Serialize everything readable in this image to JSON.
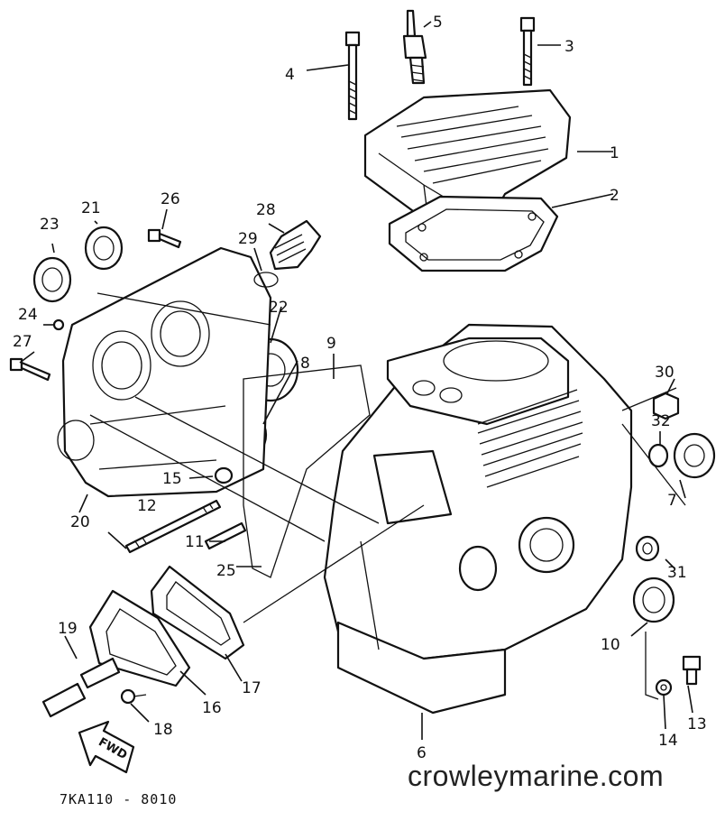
{
  "diagram": {
    "callouts": [
      "1",
      "2",
      "3",
      "4",
      "5",
      "6",
      "7",
      "8",
      "9",
      "10",
      "11",
      "12",
      "13",
      "14",
      "15",
      "16",
      "17",
      "18",
      "19",
      "20",
      "21",
      "22",
      "23",
      "24",
      "25",
      "26",
      "27",
      "28",
      "29",
      "30",
      "31",
      "32"
    ],
    "fwd_label": "FWD",
    "doc_id": "7KA110 - 8010",
    "watermark": "crowleymarine.com"
  }
}
